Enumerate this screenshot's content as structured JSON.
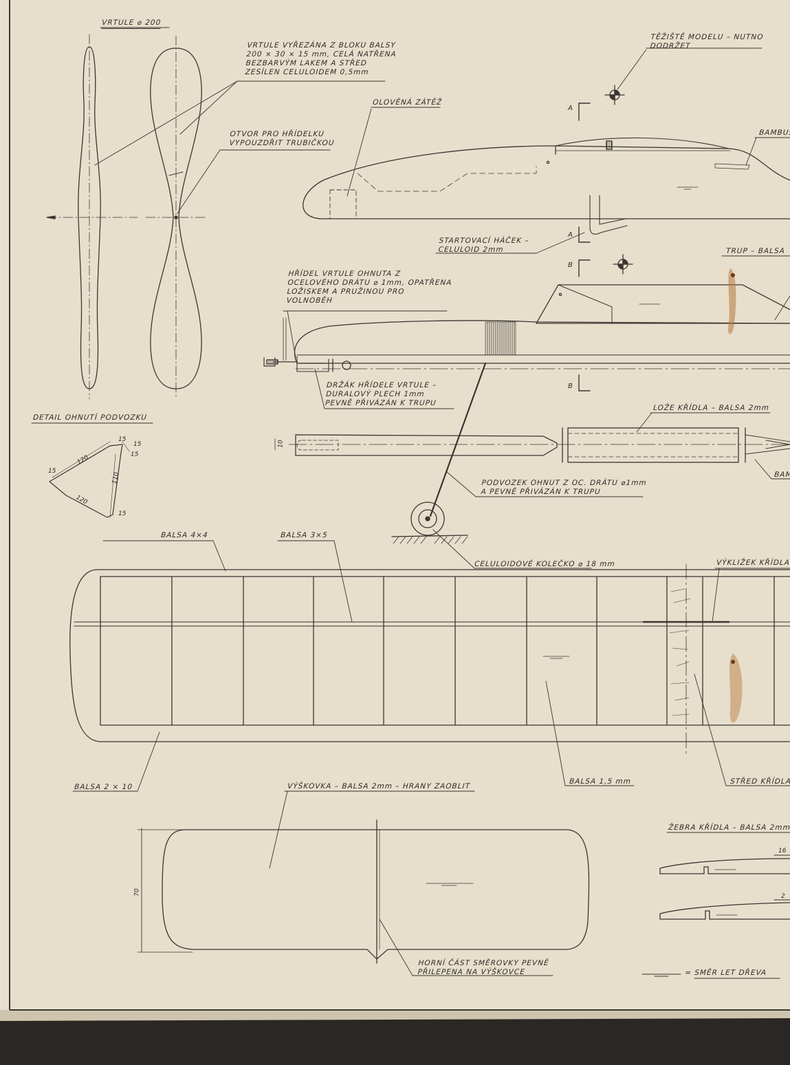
{
  "labels": {
    "vrtule_title": "VRTULE ⌀ 200",
    "vrtule_note": [
      "VRTULE VYŘEZÁNA Z BLOKU BALSY",
      "200 × 30 × 15 mm, CELÁ NATŘENA",
      "BEZBARVÝM LAKEM A STŘED",
      "ZESÍLEN CELULOIDEM 0,5mm"
    ],
    "otvor": [
      "OTVOR PRO HŘÍDELKU",
      "VYPOUZDŘIT TRUBIČKOU"
    ],
    "olovena": "OLOVĚNÁ ZÁTĚŽ",
    "teziste": [
      "TĚŽIŠTĚ MODELU – NUTNO",
      "DODRŽET"
    ],
    "bambus_top": "BAMBUS",
    "startovaci": [
      "STARTOVACÍ HÁČEK –",
      "CELULOID 2mm"
    ],
    "trup": "TRUP – BALSA",
    "hridel": [
      "HŘÍDEL VRTULE OHNUTA Z",
      "OCELOVÉHO DRÁTU ⌀ 1mm, OPATŘENA",
      "LOŽISKEM A PRUŽINOU PRO",
      "VOLNOBĚH"
    ],
    "drzak": [
      "DRŽÁK HŘÍDELE VRTULE –",
      "DURALOVÝ PLECH 1mm",
      "PEVNĚ PŘIVÁZÁN K TRUPU"
    ],
    "detail": "DETAIL OHNUTÍ PODVOZKU",
    "loze": "LOŽE KŘÍDLA – BALSA 2mm",
    "bambus_mid": "BAM",
    "podvozek": [
      "PODVOZEK OHNUT Z OC. DRÁTU ⌀1mm",
      "A PEVNĚ PŘIVÁZÁN K TRUPU"
    ],
    "celuloidove": "CELULOIDOVÉ KOLEČKO ⌀ 18 mm",
    "balsa44": "BALSA 4×4",
    "balsa35": "BALSA 3×5",
    "vyklizek": "VÝKLIŽEK KŘÍDLA",
    "balsa210": "BALSA 2 × 10",
    "balsa15": "BALSA 1,5 mm",
    "stred": "STŘED KŘÍDLA",
    "vyskovka": "VÝŠKOVKA – BALSA 2mm – HRANY ZAOBLIT",
    "zebra": "ŽEBRA KŘÍDLA – BALSA 2mm",
    "horni": [
      "HORNÍ ČÁST SMĚROVKY PEVNĚ",
      "PŘILEPENA NA VÝŠKOVCE"
    ],
    "smer": "= SMĚR LET DŘEVA"
  },
  "dimensions": {
    "d10": "10",
    "d70": "70",
    "rib16": "16",
    "rib2": "2",
    "gear": [
      "15",
      "15",
      "15",
      "120",
      "110",
      "120",
      "15",
      "15"
    ]
  },
  "sections": {
    "a": "A",
    "b": "B"
  },
  "colors": {
    "paper": "#e7dfcc",
    "ink": "#3a3631",
    "stain": "#b5763a"
  }
}
